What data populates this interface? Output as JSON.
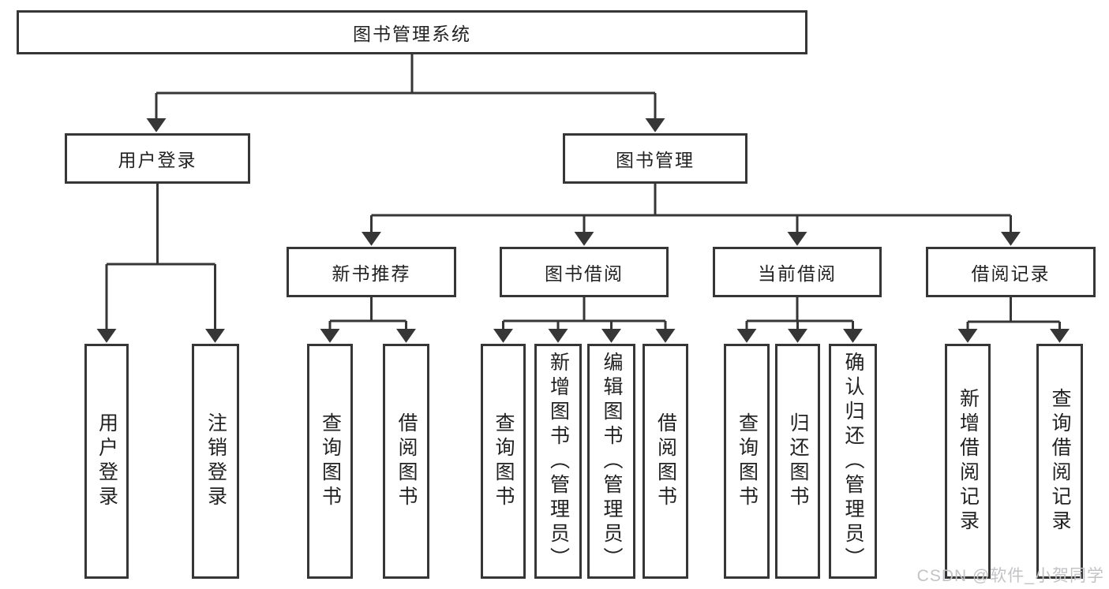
{
  "diagram": {
    "title_node": {
      "label": "图书管理系统"
    },
    "level2": [
      {
        "label": "用户登录"
      },
      {
        "label": "图书管理"
      }
    ],
    "level3": [
      {
        "label": "新书推荐"
      },
      {
        "label": "图书借阅"
      },
      {
        "label": "当前借阅"
      },
      {
        "label": "借阅记录"
      }
    ],
    "leaves": [
      {
        "label": "用户登录",
        "parent": "用户登录"
      },
      {
        "label": "注销登录",
        "parent": "用户登录"
      },
      {
        "label": "查询图书",
        "parent": "新书推荐"
      },
      {
        "label": "借阅图书",
        "parent": "新书推荐"
      },
      {
        "label": "查询图书",
        "parent": "图书借阅"
      },
      {
        "label": "新增图书（管理员）",
        "parent": "图书借阅"
      },
      {
        "label": "编辑图书（管理员）",
        "parent": "图书借阅"
      },
      {
        "label": "借阅图书",
        "parent": "图书借阅"
      },
      {
        "label": "查询图书",
        "parent": "当前借阅"
      },
      {
        "label": "归还图书",
        "parent": "当前借阅"
      },
      {
        "label": "确认归还（管理员）",
        "parent": "当前借阅"
      },
      {
        "label": "新增借阅记录",
        "parent": "借阅记录"
      },
      {
        "label": "查询借阅记录",
        "parent": "借阅记录"
      }
    ],
    "watermark": "CSDN @软件_小贺同学",
    "colors": {
      "line": "#363636",
      "border": "#363636",
      "text": "#222222",
      "watermark": "#c3c3c6",
      "background": "#ffffff"
    }
  }
}
